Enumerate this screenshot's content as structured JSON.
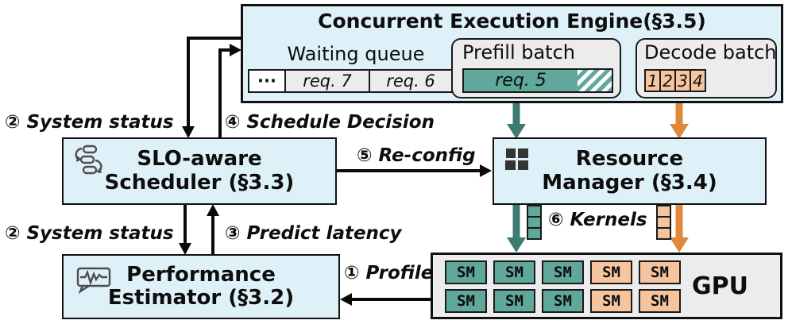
{
  "engine": {
    "title": "Concurrent Execution Engine(§3.5)",
    "waiting_queue": {
      "label": "Waiting queue",
      "cells": [
        "···",
        "req. 7",
        "req. 6"
      ]
    },
    "prefill_batch": {
      "label": "Prefill batch",
      "request": "req. 5"
    },
    "decode_batch": {
      "label": "Decode batch",
      "cells": [
        "1",
        "2",
        "3",
        "4"
      ]
    }
  },
  "scheduler": {
    "title_line1": "SLO-aware",
    "title_line2": "Scheduler (§3.3)"
  },
  "resource_manager": {
    "title_line1": "Resource",
    "title_line2": "Manager (§3.4)"
  },
  "estimator": {
    "title_line1": "Performance",
    "title_line2": "Estimator (§3.2)"
  },
  "gpu": {
    "label": "GPU",
    "sm_label": "SM",
    "teal_sm_count": 6,
    "orange_sm_count": 4
  },
  "labels": {
    "system_status_top": "② System status",
    "schedule_decision": "④ Schedule Decision",
    "re_config": "⑤ Re-config",
    "system_status_bottom": "② System status",
    "predict_latency": "③ Predict latency",
    "kernels": "⑥ Kernels",
    "profile": "① Profile"
  },
  "colors": {
    "box_fill": "#def1f9",
    "panel_fill": "#ececec",
    "teal": "#5fa89b",
    "teal_arrow": "#3d7a70",
    "orange": "#f6c49e",
    "orange_arrow": "#e0883c",
    "border": "#111111"
  }
}
